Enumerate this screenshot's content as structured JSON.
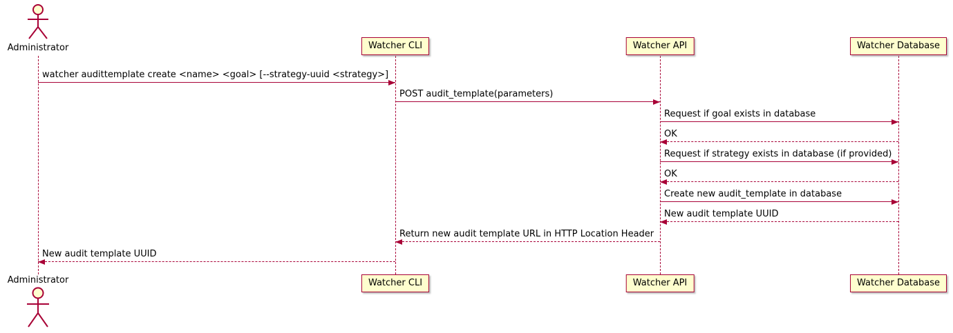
{
  "diagram": {
    "type": "sequence-diagram",
    "colors": {
      "border": "#A80036",
      "fill": "#FEFECE",
      "text": "#000000",
      "background": "#FFFFFF"
    },
    "actor": {
      "label": "Administrator"
    },
    "participants": [
      {
        "id": "cli",
        "label": "Watcher CLI"
      },
      {
        "id": "api",
        "label": "Watcher API"
      },
      {
        "id": "db",
        "label": "Watcher Database"
      }
    ],
    "messages": [
      {
        "from": "Administrator",
        "to": "Watcher CLI",
        "style": "solid",
        "text": "watcher audittemplate create <name> <goal> [--strategy-uuid <strategy>]"
      },
      {
        "from": "Watcher CLI",
        "to": "Watcher API",
        "style": "solid",
        "text": "POST audit_template(parameters)"
      },
      {
        "from": "Watcher API",
        "to": "Watcher Database",
        "style": "solid",
        "text": "Request if goal exists in database"
      },
      {
        "from": "Watcher Database",
        "to": "Watcher API",
        "style": "dashed",
        "text": "OK"
      },
      {
        "from": "Watcher API",
        "to": "Watcher Database",
        "style": "solid",
        "text": "Request if strategy exists in database (if provided)"
      },
      {
        "from": "Watcher Database",
        "to": "Watcher API",
        "style": "dashed",
        "text": "OK"
      },
      {
        "from": "Watcher API",
        "to": "Watcher Database",
        "style": "solid",
        "text": "Create new audit_template in database"
      },
      {
        "from": "Watcher Database",
        "to": "Watcher API",
        "style": "dashed",
        "text": "New audit template UUID"
      },
      {
        "from": "Watcher API",
        "to": "Watcher CLI",
        "style": "dashed",
        "text": "Return new audit template URL in HTTP Location Header"
      },
      {
        "from": "Watcher CLI",
        "to": "Administrator",
        "style": "dashed",
        "text": "New audit template UUID"
      }
    ]
  }
}
